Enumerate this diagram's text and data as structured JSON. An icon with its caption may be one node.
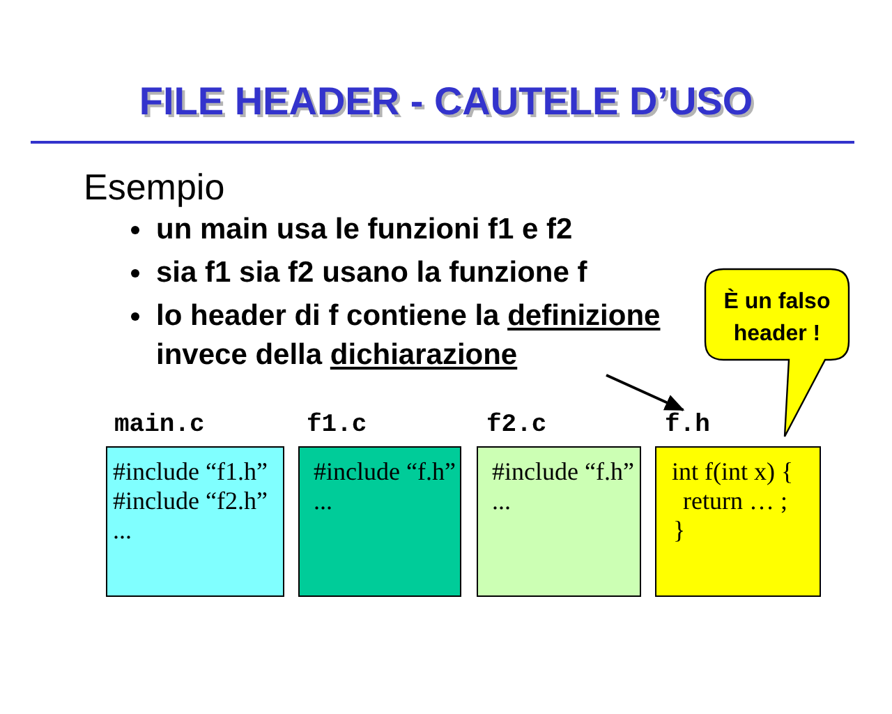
{
  "diagram": {
    "title": "FILE HEADER - CAUTELE D’USO",
    "nodes": [
      {
        "text": [
          "lo header di f contiene la *definizione* invece della *dichiarazione*"
        ]
      },
      {
        "text": [
          "main.c",
          "#include “f1.h”",
          "#include “f2.h”",
          "..."
        ]
      },
      {
        "text": [
          "f1.c",
          "#include “f.h”",
          "..."
        ]
      },
      {
        "text": [
          "f2.c",
          "#include “f.h”",
          "..."
        ]
      },
      {
        "text": [
          "f.h",
          "int f(int x) {",
          "return … ;",
          "}"
        ]
      },
      {
        "text": [
          "È un falso header !"
        ]
      }
    ],
    "edges": [
      {
        "from": 0,
        "to": 4,
        "arrow": "to"
      }
    ],
    "labels": [
      "Esempio",
      "un main usa le funzioni f1 e f2",
      "sia f1 sia f2 usano la funzione f"
    ]
  }
}
